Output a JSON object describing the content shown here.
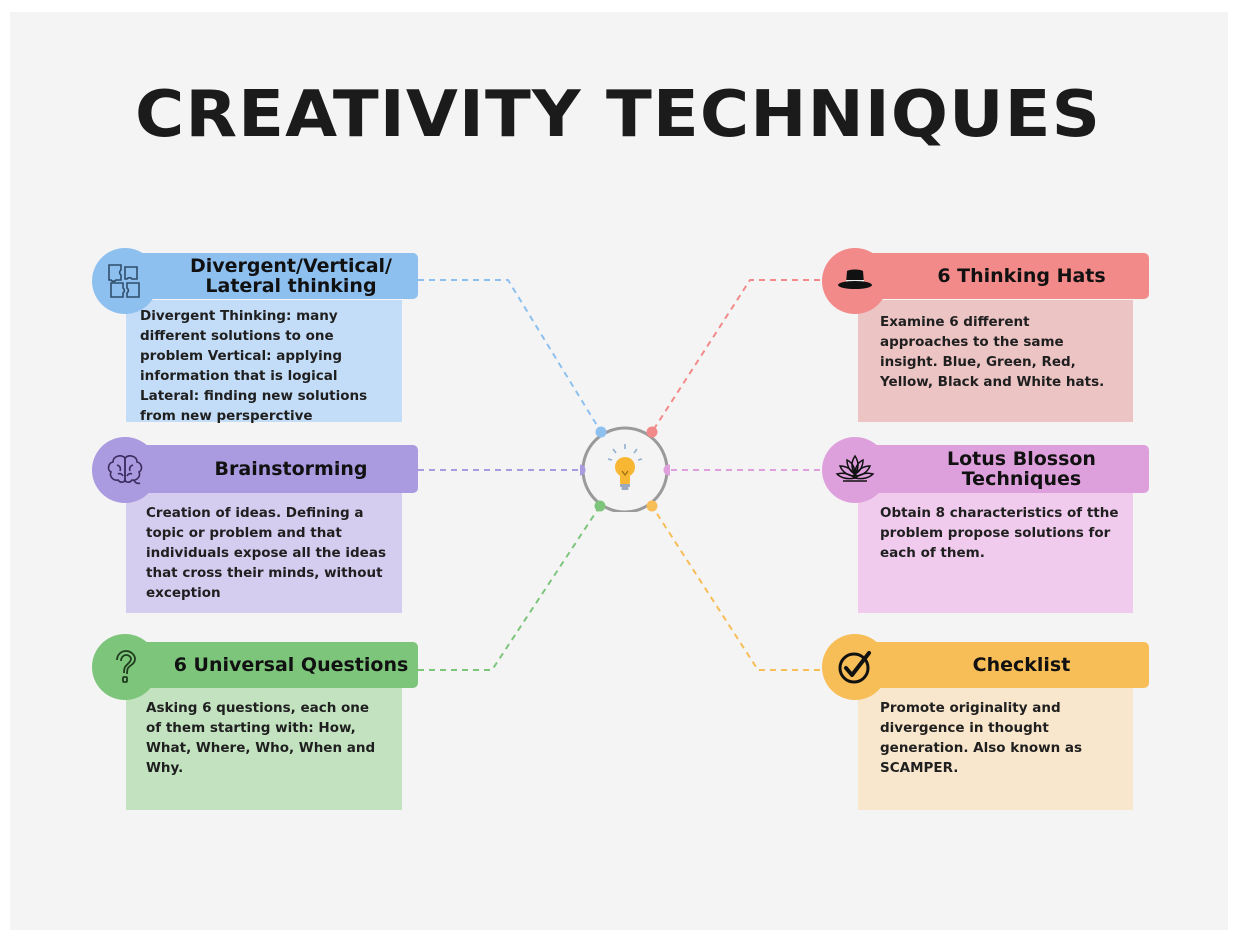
{
  "title": "CREATIVITY TECHNIQUES",
  "colors": {
    "blue": "#8ec0ef",
    "blue_light": "#c3dcf7",
    "purple": "#aa9ae0",
    "purple_light": "#d5cdef",
    "green": "#7dc57b",
    "green_light": "#c2e2c0",
    "red": "#f28a8a",
    "red_light": "#ecc4c4",
    "pink": "#dea0dc",
    "pink_light": "#f0cbed",
    "orange": "#f7bd57",
    "orange_light": "#f8e7cd"
  },
  "hub": {
    "icon": "lightbulb-icon"
  },
  "left": [
    {
      "heading": "Divergent/Vertical/ Lateral thinking",
      "icon": "puzzle-icon",
      "body": "Divergent Thinking:  many different solutions to one problem Vertical: applying information that is logical Lateral: finding new solutions from new persperctive"
    },
    {
      "heading": "Brainstorming",
      "icon": "brain-icon",
      "body": "Creation of ideas. Defining a topic or problem and that individuals expose all the ideas that cross their minds, without exception"
    },
    {
      "heading": "6 Universal Questions",
      "icon": "question-mark-icon",
      "body": "Asking 6 questions, each one of them starting with: How, What, Where, Who, When and Why."
    }
  ],
  "right": [
    {
      "heading": "6 Thinking Hats",
      "icon": "hat-icon",
      "body": "Examine 6 different approaches to the same insight. Blue, Green, Red, Yellow, Black and White hats."
    },
    {
      "heading": "Lotus Blosson Techniques",
      "icon": "lotus-icon",
      "body": "Obtain 8 characteristics of tthe problem  propose solutions for each of them."
    },
    {
      "heading": "Checklist",
      "icon": "checkmark-icon",
      "body": "Promote originality and divergence in thought generation. Also known as SCAMPER."
    }
  ]
}
